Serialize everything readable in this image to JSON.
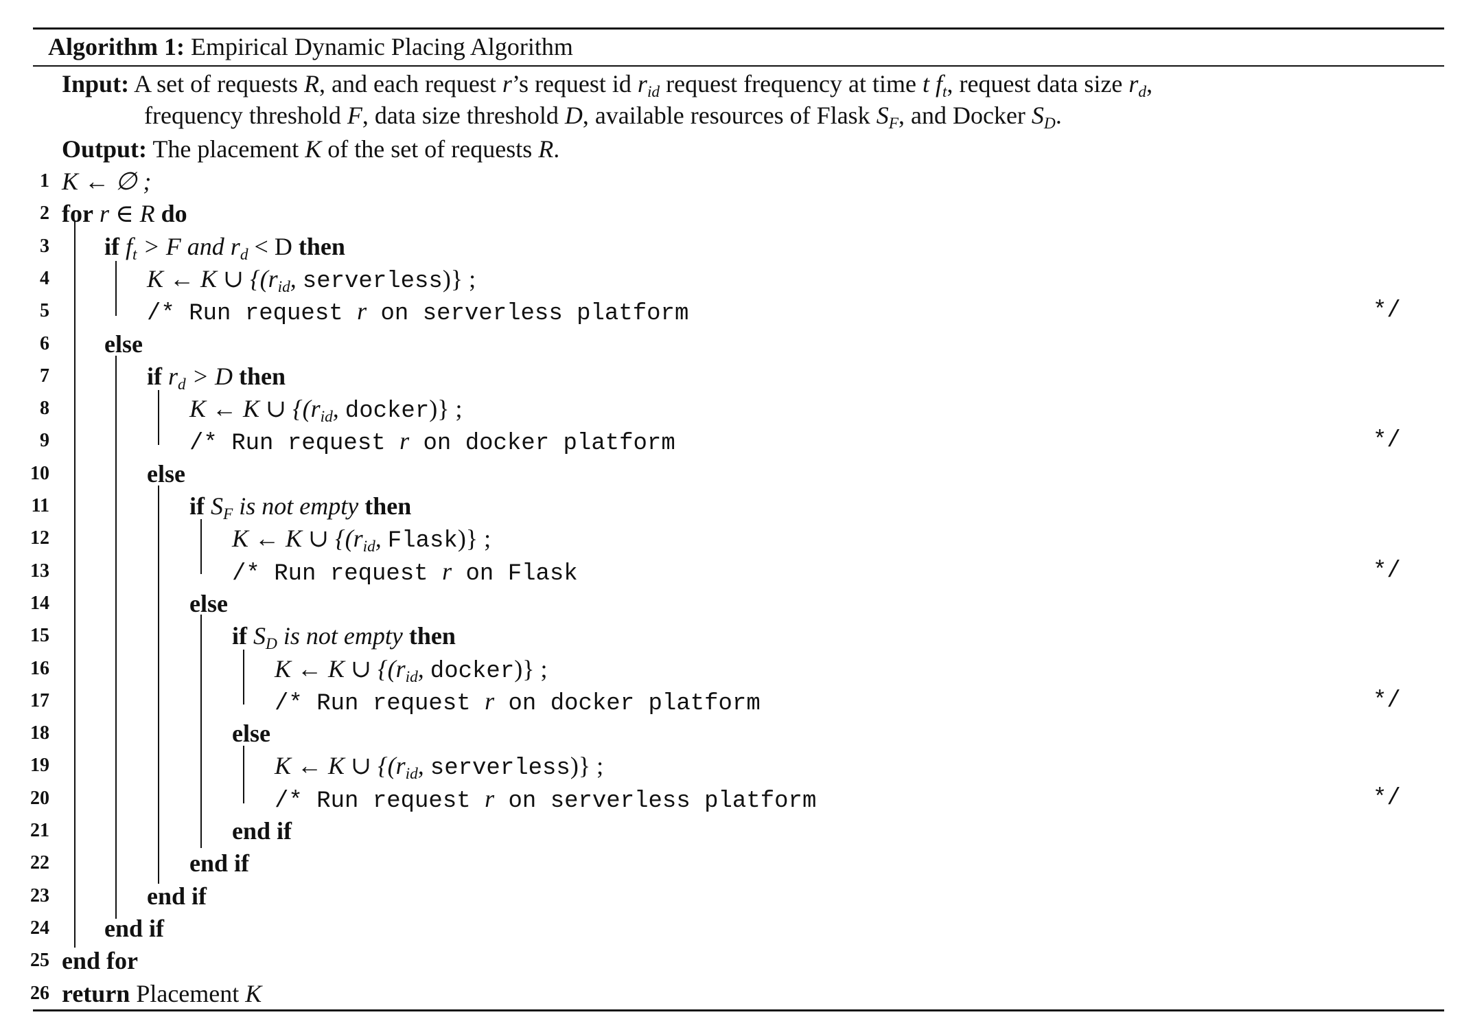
{
  "algorithm": {
    "label": "Algorithm 1:",
    "title": "Empirical Dynamic Placing Algorithm",
    "input_label": "Input:",
    "input_line1_a": "A set of requests ",
    "input_R": "R",
    "input_line1_b": ", and each request ",
    "input_r": "r",
    "input_line1_c": "’s request id ",
    "input_rid": "r",
    "input_rid_sub": "id",
    "input_line1_d": " request frequency at time ",
    "input_t": "t",
    "input_ft": "f",
    "input_ft_sub": "t",
    "input_line1_e": ", request data size ",
    "input_rd": "r",
    "input_rd_sub": "d",
    "input_line1_f": ",",
    "input_line2_a": "frequency threshold ",
    "input_F": "F",
    "input_line2_b": ", data size threshold ",
    "input_D": "D",
    "input_line2_c": ", available resources of Flask ",
    "input_SF": "S",
    "input_SF_sub": "F",
    "input_line2_d": ", and Docker ",
    "input_SD": "S",
    "input_SD_sub": "D",
    "input_line2_e": ".",
    "output_label": "Output:",
    "output_a": "The placement ",
    "output_K": "K",
    "output_b": " of the set of requests ",
    "output_R": "R",
    "output_c": ".",
    "comment_end": "*/",
    "lines": [
      {
        "n": "1",
        "a": "K ← ∅ ;"
      },
      {
        "n": "2",
        "kw1": "for",
        "a": " r ∈ R ",
        "kw2": "do"
      },
      {
        "n": "3",
        "kw1": "if",
        "a": " f",
        "sub": "t",
        "b": " > F and r",
        "sub2": "d",
        "c": " < D  ",
        "kw2": "then"
      },
      {
        "n": "4",
        "a": "K ← K ∪ {(r",
        "sub": "id",
        "b": ", ",
        "m": "serverless",
        "c": ")} ;"
      },
      {
        "n": "5",
        "m": "/* Run request ",
        "r": "r",
        "m2": " on serverless platform"
      },
      {
        "n": "6",
        "kw1": "else"
      },
      {
        "n": "7",
        "kw1": "if",
        "a": " r",
        "sub": "d",
        "b": " > D  ",
        "kw2": "then"
      },
      {
        "n": "8",
        "a": "K ← K ∪ {(r",
        "sub": "id",
        "b": ", ",
        "m": "docker",
        "c": ")} ;"
      },
      {
        "n": "9",
        "m": "/* Run request ",
        "r": "r",
        "m2": " on docker platform"
      },
      {
        "n": "10",
        "kw1": "else"
      },
      {
        "n": "11",
        "kw1": "if",
        "a": " S",
        "sub": "F",
        "b": " is not empty  ",
        "kw2": "then"
      },
      {
        "n": "12",
        "a": "K ← K ∪ {(r",
        "sub": "id",
        "b": ", ",
        "m": "Flask",
        "c": ")} ;"
      },
      {
        "n": "13",
        "m": "/* Run request ",
        "r": "r",
        "m2": " on Flask"
      },
      {
        "n": "14",
        "kw1": "else"
      },
      {
        "n": "15",
        "kw1": "if",
        "a": " S",
        "sub": "D",
        "b": " is not empty  ",
        "kw2": "then"
      },
      {
        "n": "16",
        "a": "K ← K ∪ {(r",
        "sub": "id",
        "b": ", ",
        "m": "docker",
        "c": ")} ;"
      },
      {
        "n": "17",
        "m": "/* Run request ",
        "r": "r",
        "m2": " on docker platform"
      },
      {
        "n": "18",
        "kw1": "else"
      },
      {
        "n": "19",
        "a": "K ← K ∪ {(r",
        "sub": "id",
        "b": ", ",
        "m": "serverless",
        "c": ")} ;"
      },
      {
        "n": "20",
        "m": "/* Run request ",
        "r": "r",
        "m2": " on serverless platform"
      },
      {
        "n": "21",
        "kw1": "end if"
      },
      {
        "n": "22",
        "kw1": "end if"
      },
      {
        "n": "23",
        "kw1": "end if"
      },
      {
        "n": "24",
        "kw1": "end if"
      },
      {
        "n": "25",
        "kw1": "end for"
      },
      {
        "n": "26",
        "kw1": "return",
        "a": " Placement ",
        "k": "K"
      }
    ]
  }
}
